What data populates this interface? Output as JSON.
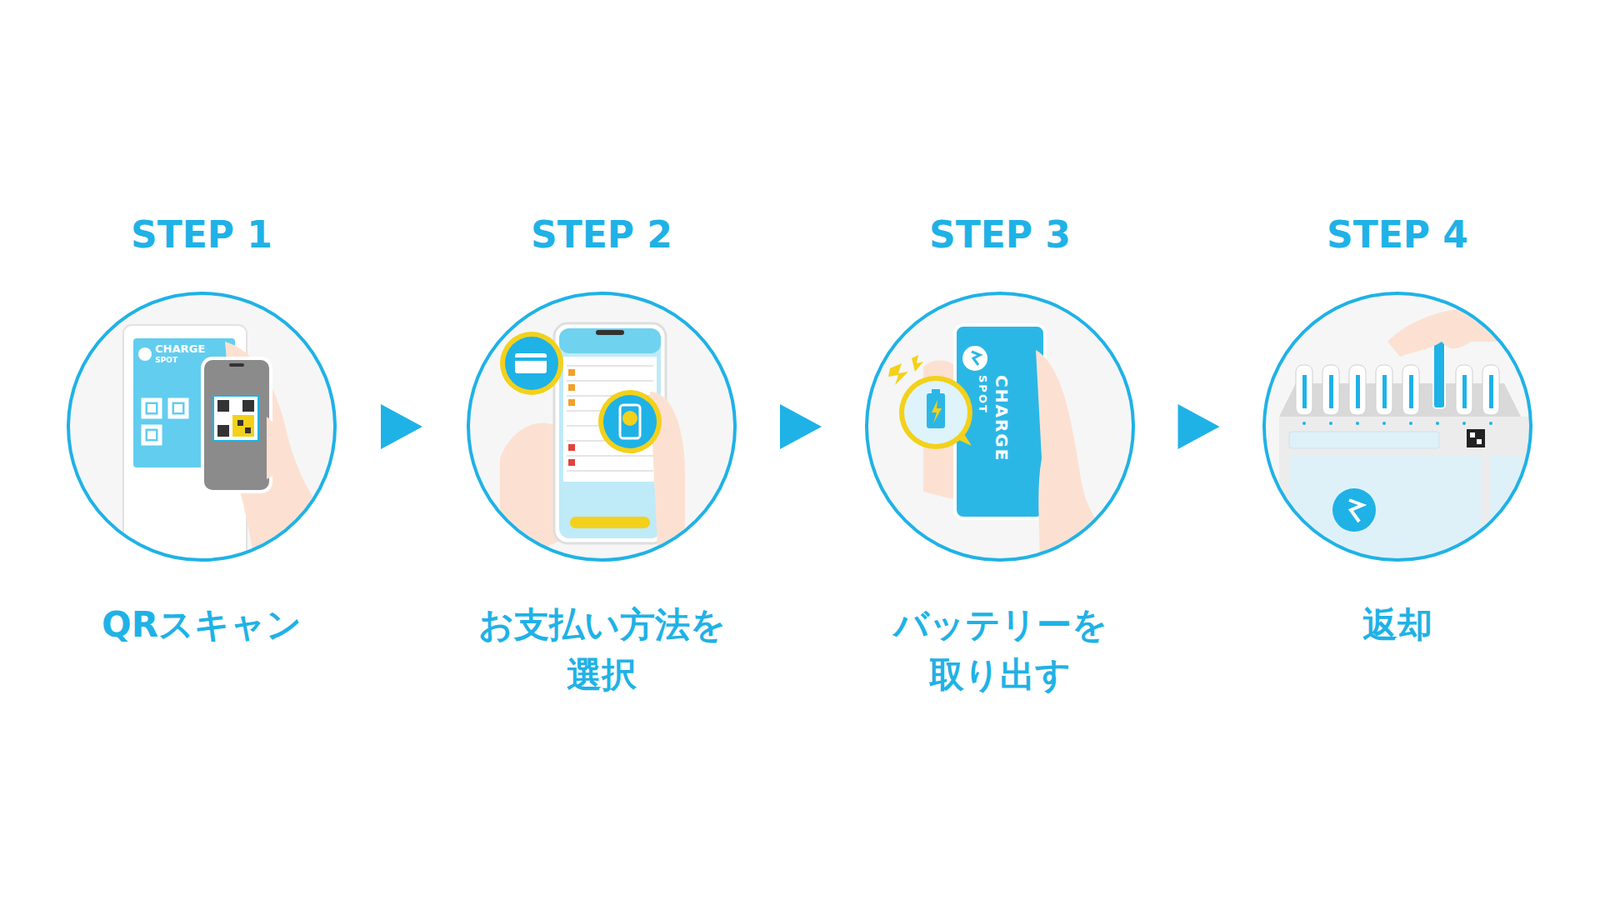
{
  "diagram": {
    "nodes": [
      {
        "text": [
          "STEP 1",
          "QRスキャン"
        ]
      },
      {
        "text": [
          "STEP 2",
          "お支払い方法を 選択"
        ]
      },
      {
        "text": [
          "STEP 3",
          "バッテリーを 取り出す"
        ]
      },
      {
        "text": [
          "STEP 4",
          "返却"
        ]
      }
    ],
    "edges": [
      {
        "from": 0,
        "to": 1,
        "arrow": "to"
      },
      {
        "from": 1,
        "to": 2,
        "arrow": "to"
      },
      {
        "from": 2,
        "to": 3,
        "arrow": "to"
      }
    ],
    "labels": [
      "CHARGE",
      "SPOT",
      "CHARGE",
      "SPOT"
    ]
  }
}
